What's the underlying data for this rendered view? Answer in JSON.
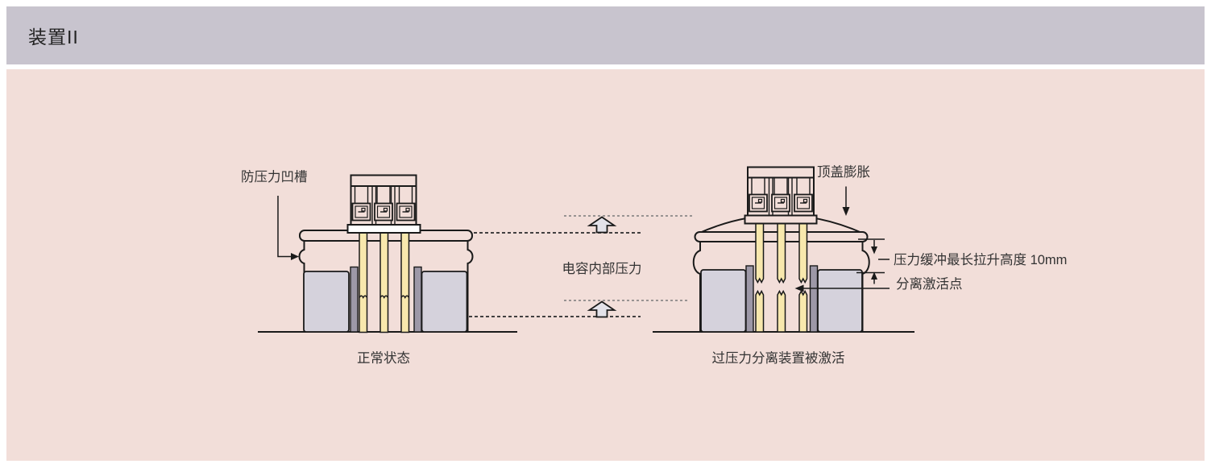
{
  "header": {
    "title": "装置II"
  },
  "diagram": {
    "left": {
      "label_groove": "防压力凹槽",
      "caption": "正常状态"
    },
    "middle": {
      "label_pressure": "电容内部压力"
    },
    "right": {
      "label_cover": "顶盖膨胀",
      "label_lift": "压力缓冲最长拉升高度 10mm",
      "label_point": "分离激活点",
      "caption": "过压力分离装置被激活"
    }
  },
  "colors": {
    "header_bg": "#c8c4ce",
    "panel_bg": "#f2ded9",
    "line": "#1a1a1a",
    "pin_fill": "#f8e8ad",
    "winding_fill": "#d5d2dc",
    "strip_fill": "#9d98a7",
    "arrow_fill": "#e3e2e9",
    "dotted_dark": "#2a2a2a",
    "dotted_gray": "#7a7a7a",
    "text": "#333333"
  }
}
